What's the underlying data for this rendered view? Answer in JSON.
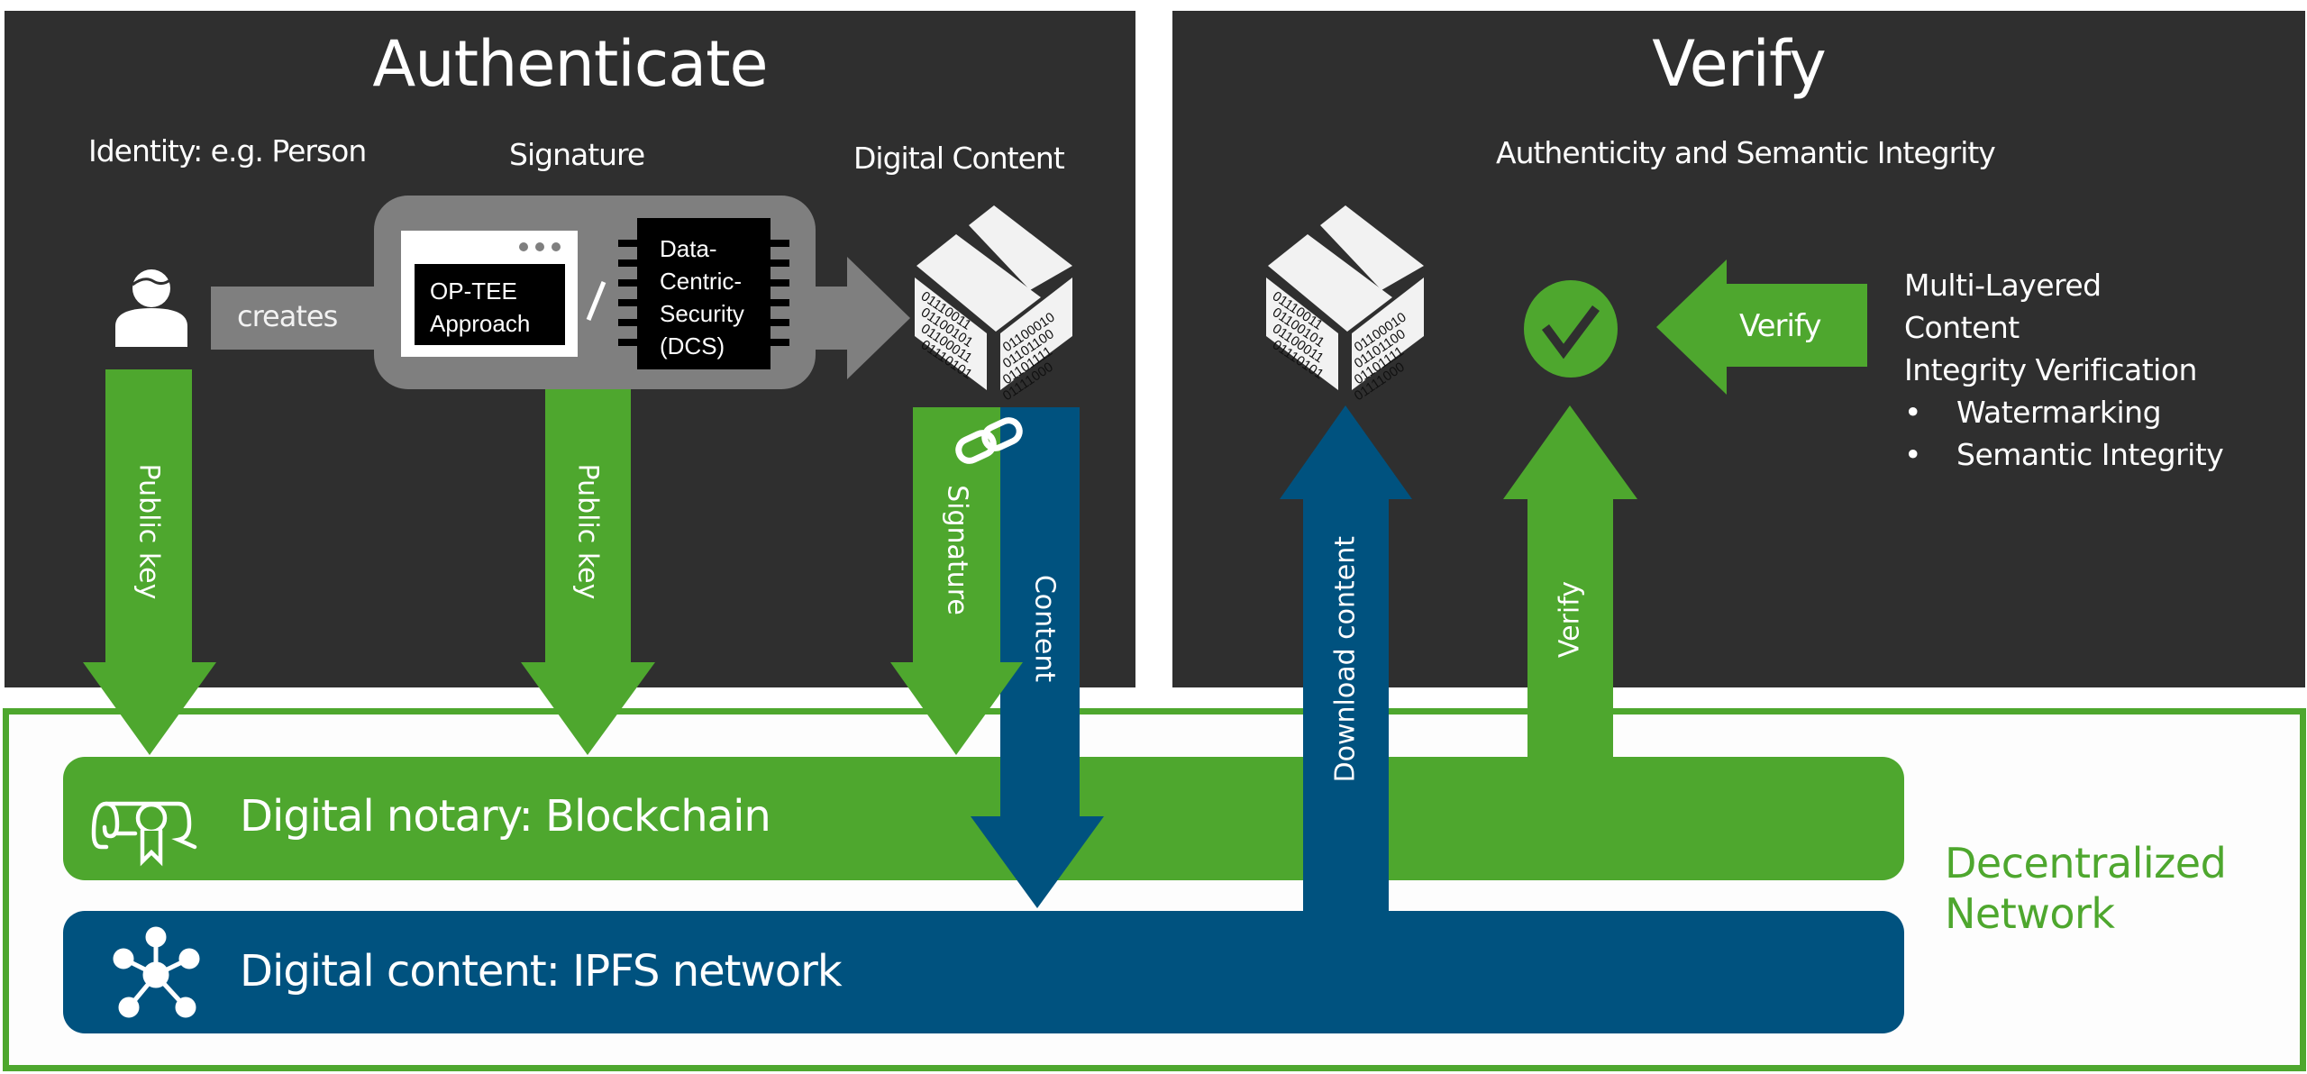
{
  "colors": {
    "panel_bg": "#2f2f2f",
    "green": "#4ea72e",
    "blue": "#00527f",
    "gray": "#7f7f7f",
    "white": "#ffffff"
  },
  "authenticate": {
    "title": "Authenticate",
    "identity_label": "Identity: e.g. Person",
    "signature_label": "Signature",
    "digital_content_label": "Digital Content",
    "creates_label": "creates",
    "op_tee_line1": "OP-TEE",
    "op_tee_line2": "Approach",
    "separator": "/",
    "dcs_lines": [
      "Data-",
      "Centric-",
      "Security",
      "(DCS)"
    ],
    "arrows": {
      "public_key_1": "Public key",
      "public_key_2": "Public key",
      "signature": "Signature",
      "content": "Content"
    },
    "cube_bits_left": [
      "01110011",
      "01100101",
      "01100011",
      "01110101"
    ],
    "cube_bits_right": [
      "01100010",
      "01101100",
      "01101111",
      "01111000"
    ]
  },
  "verify": {
    "title": "Verify",
    "subtitle": "Authenticity and Semantic Integrity",
    "verify_arrow_label": "Verify",
    "description_lines": [
      "Multi-Layered",
      "Content",
      "Integrity Verification"
    ],
    "bullets": [
      "Watermarking",
      "Semantic Integrity"
    ],
    "arrows": {
      "download_content": "Download content",
      "verify": "Verify"
    }
  },
  "network": {
    "label_line1": "Decentralized",
    "label_line2": "Network",
    "blockchain_label": "Digital notary: Blockchain",
    "ipfs_label": "Digital content: IPFS network"
  }
}
